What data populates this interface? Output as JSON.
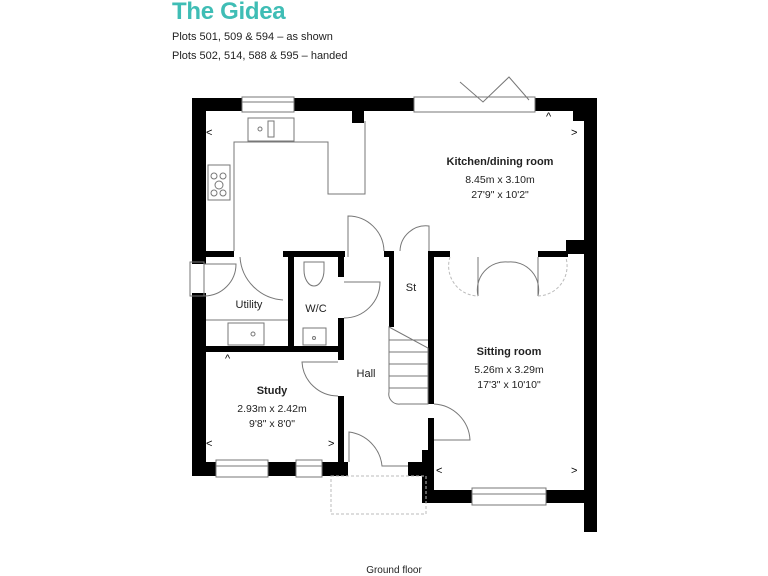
{
  "header": {
    "title": "The Gidea",
    "plots_as_shown": "Plots 501, 509 & 594 – as shown",
    "plots_handed": "Plots 502, 514, 588 & 595 – handed"
  },
  "rooms": {
    "kitchen": {
      "name": "Kitchen/dining room",
      "metric": "8.45m x 3.10m",
      "imperial": "27'9\" x 10'2\""
    },
    "utility": {
      "name": "Utility"
    },
    "wc": {
      "name": "W/C"
    },
    "store": {
      "name": "St"
    },
    "hall": {
      "name": "Hall"
    },
    "study": {
      "name": "Study",
      "metric": "2.93m x 2.42m",
      "imperial": "9'8\" x 8'0\""
    },
    "sitting": {
      "name": "Sitting room",
      "metric": "5.26m x 3.29m",
      "imperial": "17'3\" x 10'10\""
    }
  },
  "caption": "Ground floor",
  "colors": {
    "accent": "#3fbdb5",
    "wall": "#000000"
  }
}
